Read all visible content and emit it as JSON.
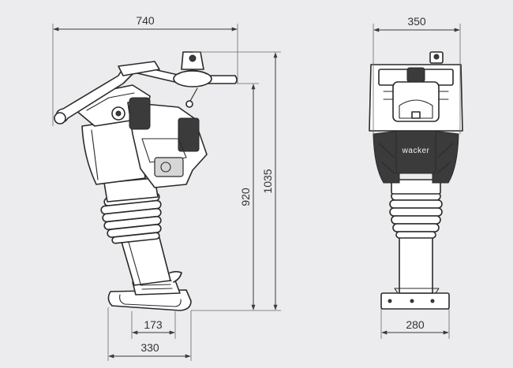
{
  "dimensions": {
    "side_width": "740",
    "overall_height": "1035",
    "handle_height": "920",
    "foot_length": "330",
    "foot_offset": "173",
    "front_width": "350",
    "front_foot_width": "280"
  },
  "brand": "wacker",
  "colors": {
    "background": "#ececee",
    "line": "#2a2a2a",
    "housing_dark": "#3b3b3b"
  }
}
